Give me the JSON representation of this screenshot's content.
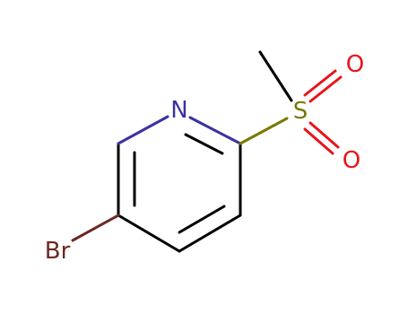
{
  "colors": {
    "background": "#ffffff",
    "carbon_bond": "#000000",
    "nitrogen": "#3a32a0",
    "sulfur": "#7a7a00",
    "oxygen": "#e8141a",
    "bromine": "#6b2a24"
  },
  "atoms": {
    "n": "N",
    "s": "S",
    "o_top": "O",
    "o_bottom": "O",
    "br": "Br"
  }
}
